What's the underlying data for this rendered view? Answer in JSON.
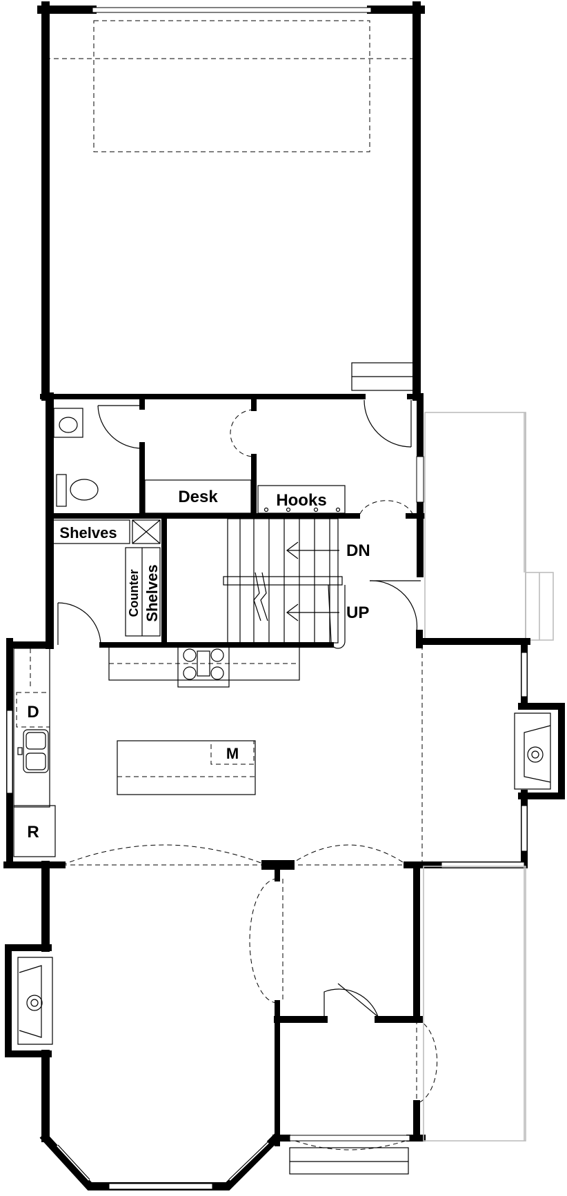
{
  "labels": {
    "desk": "Desk",
    "hooks": "Hooks",
    "shelves_top": "Shelves",
    "counter": "Counter",
    "shelves_side": "Shelves",
    "down": "DN",
    "up": "UP",
    "dishwasher": "D",
    "refrigerator": "R",
    "microwave": "M"
  }
}
